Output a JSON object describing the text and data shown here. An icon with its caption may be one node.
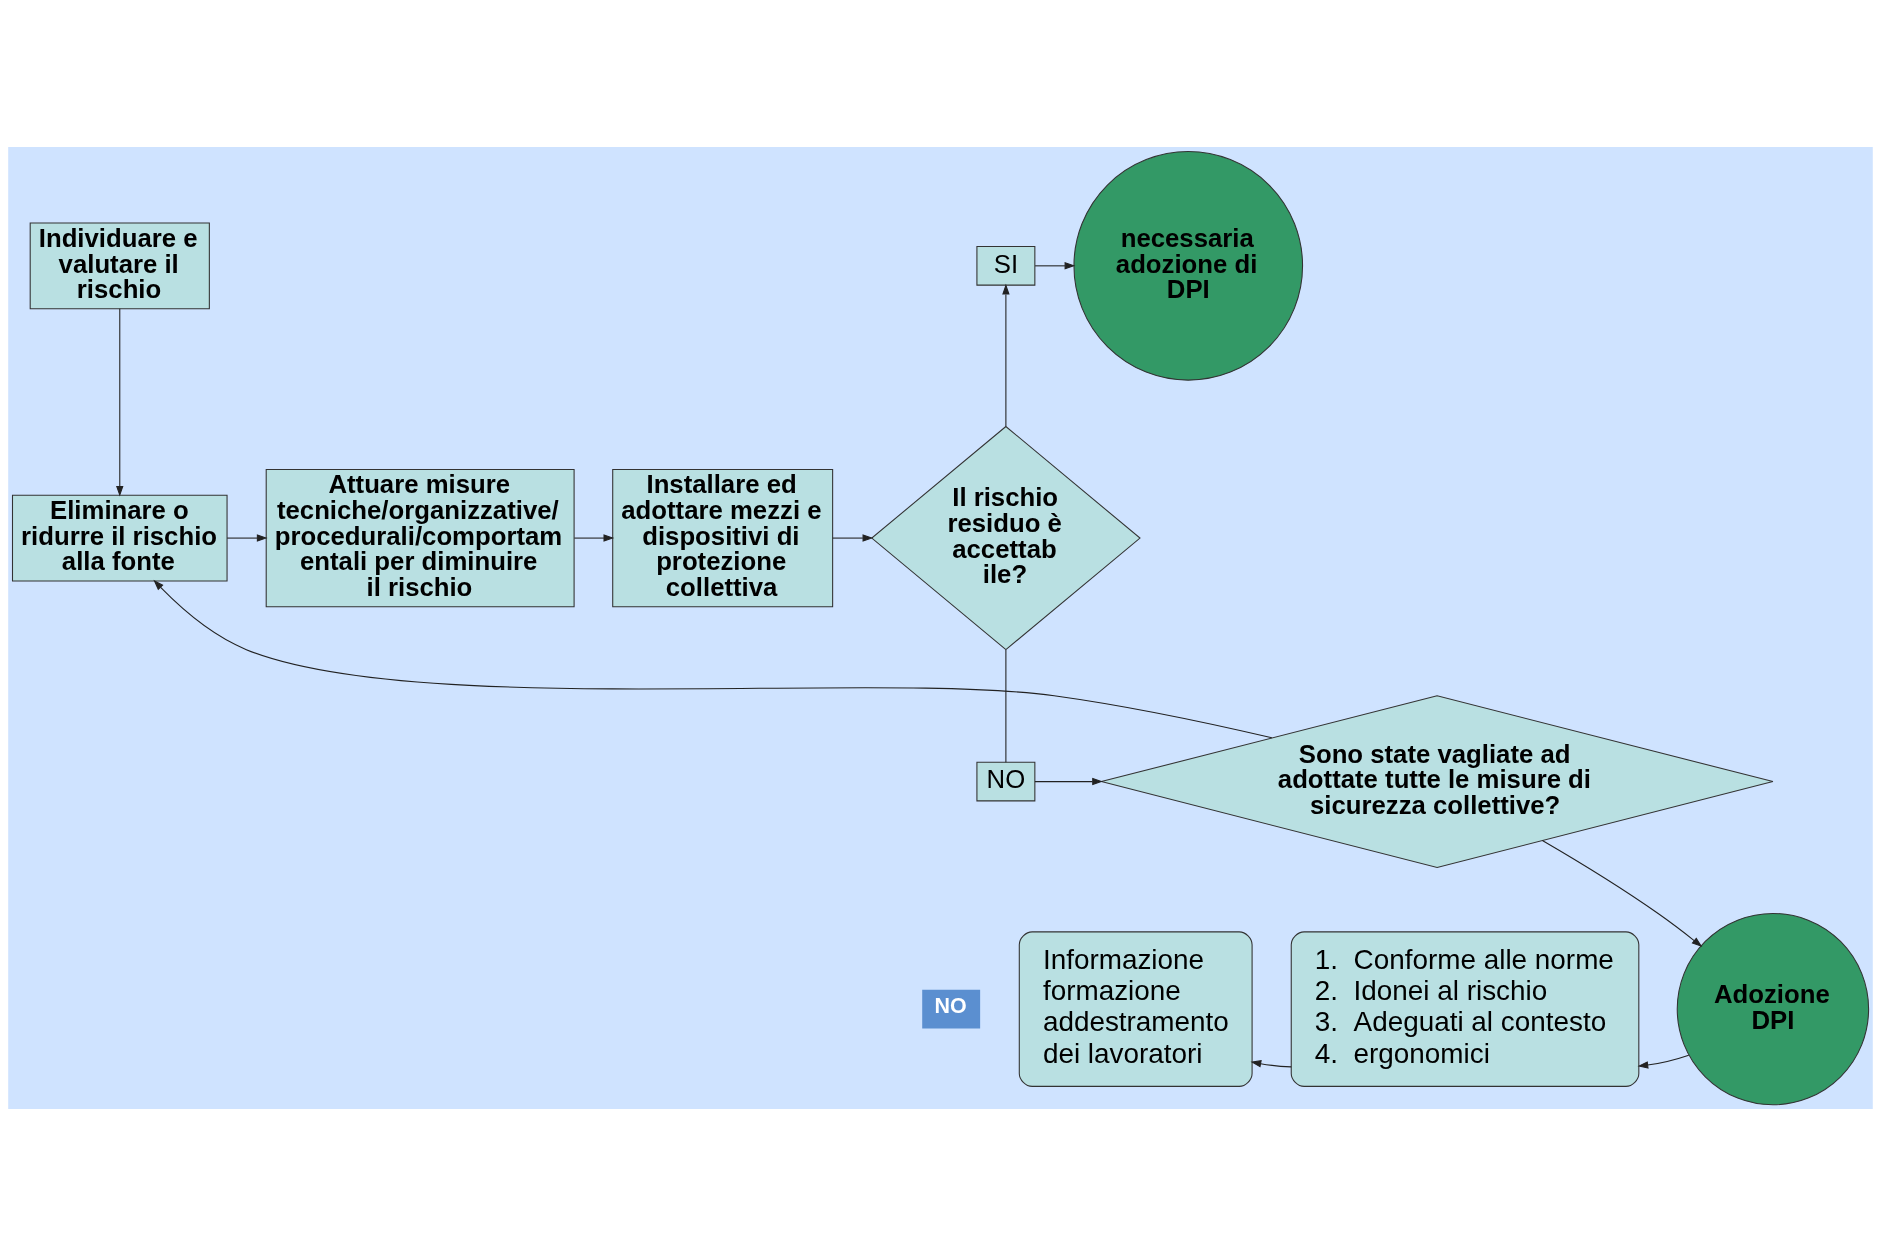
{
  "diagram": {
    "nodes": [
      {
        "text": [
          "Individuare e valutare il rischio"
        ]
      },
      {
        "text": [
          "Eliminare o ridurre il rischio alla fonte"
        ]
      },
      {
        "text": [
          "Attuare misure tecniche/organizzative/ procedurali/comportam entali per diminuire il rischio"
        ]
      },
      {
        "text": [
          "Installare ed adottare mezzi e dispositivi di protezione collettiva"
        ]
      },
      {
        "text": [
          "Il rischio residuo è accettab ile?"
        ]
      },
      {
        "text": [
          "SI"
        ]
      },
      {
        "text": [
          "necessaria adozione di DPI"
        ]
      },
      {
        "text": [
          "NO"
        ]
      },
      {
        "text": [
          "Sono state vagliate ad adottate tutte le misure di sicurezza collettive?"
        ]
      },
      {
        "text": [
          "Adozione DPI"
        ]
      },
      {
        "text": [
          "1.  Conforme alle norme",
          "2.  Idonei al rischio",
          "3.  Adeguati al contesto",
          "4.  ergonomici"
        ]
      },
      {
        "text": [
          "Informazione formazione addestramento dei lavoratori"
        ]
      }
    ],
    "edges": [
      {
        "from": 0,
        "to": 1,
        "arrow": "to"
      },
      {
        "from": 1,
        "to": 2,
        "arrow": "to"
      },
      {
        "from": 2,
        "to": 3,
        "arrow": "to"
      },
      {
        "from": 3,
        "to": 4,
        "arrow": "to"
      },
      {
        "from": 4,
        "to": 5,
        "arrow": "to"
      },
      {
        "from": 5,
        "to": 6,
        "arrow": "to"
      },
      {
        "from": 4,
        "to": 7,
        "arrow": "none"
      },
      {
        "from": 7,
        "to": 8,
        "arrow": "to"
      },
      {
        "from": 8,
        "to": 1,
        "arrow": "to"
      },
      {
        "from": 8,
        "to": 9,
        "arrow": "to"
      },
      {
        "from": 9,
        "to": 10,
        "arrow": "to"
      },
      {
        "from": 10,
        "to": 11,
        "arrow": "to"
      }
    ],
    "labels": [
      "NO"
    ]
  }
}
